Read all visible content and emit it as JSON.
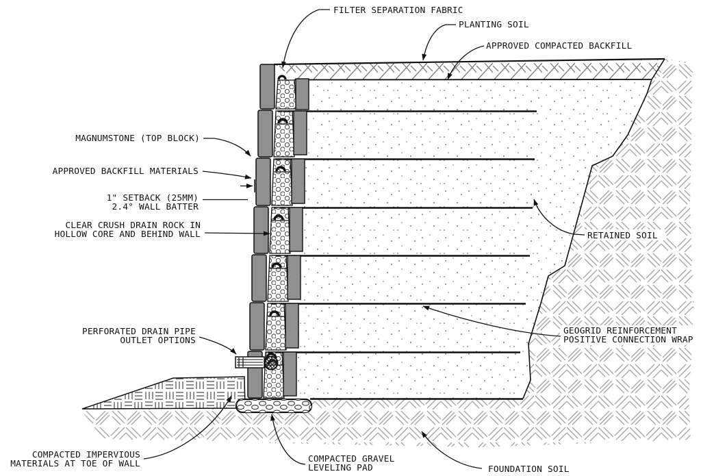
{
  "diagram": {
    "type": "retaining-wall-cross-section",
    "wall": {
      "course_count": 7,
      "geogrid_layer_count": 6
    },
    "colors": {
      "background": "#ffffff",
      "line": "#111111",
      "block_gray": "#909090",
      "soil_hatch_gray": "#a3a3a3",
      "berm_hatch": "#4a4a4a",
      "stipple_dot": "#8f8f8f"
    }
  },
  "labels": {
    "filter_separation_fabric": {
      "lines": [
        "FILTER SEPARATION FABRIC"
      ]
    },
    "planting_soil": {
      "lines": [
        "PLANTING SOIL"
      ]
    },
    "approved_compacted_backfill": {
      "lines": [
        "APPROVED COMPACTED BACKFILL"
      ]
    },
    "magnumstone_top_block": {
      "lines": [
        "MAGNUMSTONE (TOP BLOCK)"
      ]
    },
    "approved_backfill_materials": {
      "lines": [
        "APPROVED BACKFILL MATERIALS"
      ]
    },
    "setback_batter": {
      "lines": [
        "1\" SETBACK (25MM)",
        "2.4° WALL BATTER"
      ]
    },
    "clear_crush_drain_rock": {
      "lines": [
        "CLEAR CRUSH DRAIN ROCK IN",
        "HOLLOW CORE AND BEHIND WALL"
      ]
    },
    "perforated_drain_pipe": {
      "lines": [
        "PERFORATED DRAIN PIPE",
        "OUTLET OPTIONS"
      ]
    },
    "retained_soil": {
      "lines": [
        "RETAINED SOIL"
      ]
    },
    "geogrid_reinforcement": {
      "lines": [
        "GEOGRID REINFORCEMENT",
        "POSITIVE CONNECTION WRAP"
      ]
    },
    "compacted_impervious": {
      "lines": [
        "COMPACTED IMPERVIOUS",
        "MATERIALS AT TOE OF WALL"
      ]
    },
    "compacted_gravel": {
      "lines": [
        "COMPACTED GRAVEL",
        "LEVELING PAD"
      ]
    },
    "foundation_soil": {
      "lines": [
        "FOUNDATION SOIL"
      ]
    }
  }
}
